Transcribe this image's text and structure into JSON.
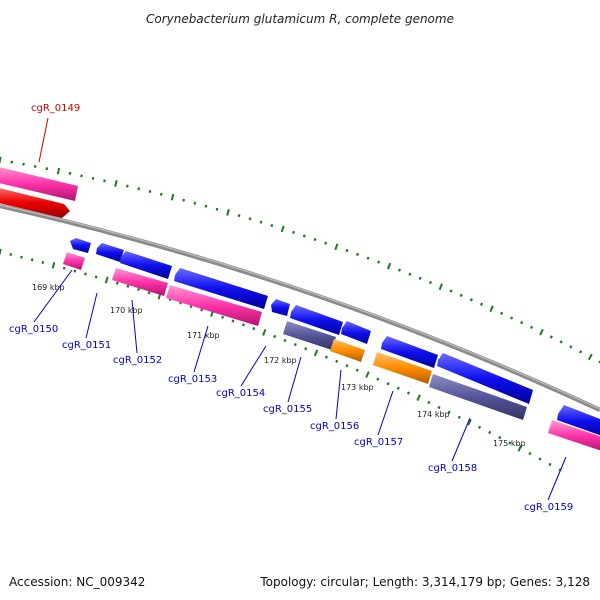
{
  "title": "Corynebacterium glutamicum R, complete genome",
  "footer": {
    "accession": "Accession: NC_009342",
    "topology": "Topology: circular; Length: 3,314,179 bp; Genes: 3,128"
  },
  "colors": {
    "background": "#ffffff",
    "backbone": "#8a8a8a",
    "tick": "#1e7a1e",
    "label_default": "#0000cc",
    "label_highlight": "#cc0000",
    "cds_forward": "#1010ee",
    "cds_reverse": "#ee3399",
    "cds_pink": "#ff33aa",
    "cds_red": "#ee0000",
    "cds_purple": "#555599",
    "cds_orange": "#ff8c00"
  },
  "kbp_ticks": [
    {
      "label": "169 kbp"
    },
    {
      "label": "170 kbp"
    },
    {
      "label": "171 kbp"
    },
    {
      "label": "172 kbp"
    },
    {
      "label": "173 kbp"
    },
    {
      "label": "174 kbp"
    },
    {
      "label": "175 kbp"
    }
  ],
  "gene_labels": [
    {
      "label": "cgR_0149",
      "highlight": true
    },
    {
      "label": "cgR_0150",
      "highlight": false
    },
    {
      "label": "cgR_0151",
      "highlight": false
    },
    {
      "label": "cgR_0152",
      "highlight": false
    },
    {
      "label": "cgR_0153",
      "highlight": false
    },
    {
      "label": "cgR_0154",
      "highlight": false
    },
    {
      "label": "cgR_0155",
      "highlight": false
    },
    {
      "label": "cgR_0156",
      "highlight": false
    },
    {
      "label": "cgR_0157",
      "highlight": false
    },
    {
      "label": "cgR_0158",
      "highlight": false
    },
    {
      "label": "cgR_0159",
      "highlight": false
    }
  ]
}
